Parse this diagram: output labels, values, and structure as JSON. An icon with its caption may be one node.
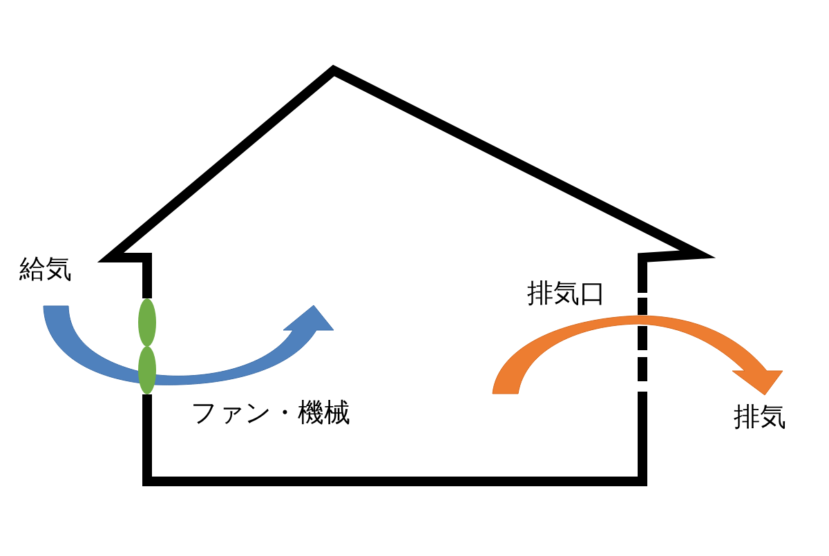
{
  "diagram": {
    "labels": [
      "給気",
      "排気口",
      "ファン・機械",
      "排気"
    ]
  }
}
